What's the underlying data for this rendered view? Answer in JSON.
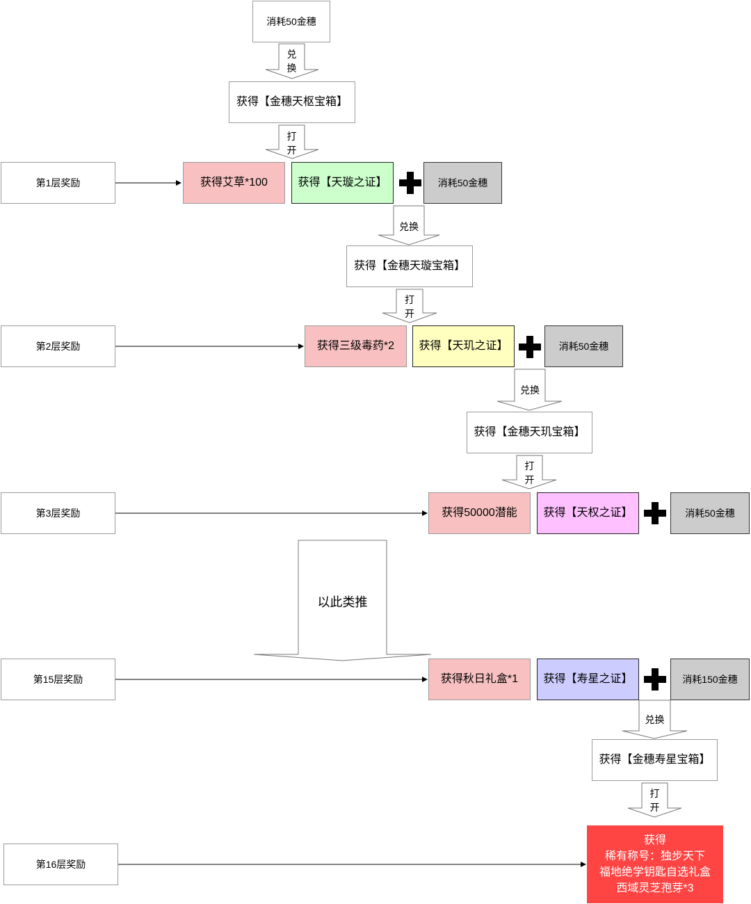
{
  "top_cost": "消耗50金穗",
  "exchange_label": "兑换",
  "exchange_label_split": "兑\n换",
  "open_label": "打\n开",
  "etc_label": "以此类推",
  "levels": [
    {
      "label": "第1层奖励",
      "reward": "获得艾草*100",
      "proof": "获得【天璇之证】",
      "cost": "消耗50金穗"
    },
    {
      "label": "第2层奖励",
      "reward": "获得三级毒药*2",
      "proof": "获得【天玑之证】",
      "cost": "消耗50金穗"
    },
    {
      "label": "第3层奖励",
      "reward": "获得50000潜能",
      "proof": "获得【天权之证】",
      "cost": "消耗50金穗"
    },
    {
      "label": "第15层奖励",
      "reward": "获得秋日礼盒*1",
      "proof": "获得【寿星之证】",
      "cost": "消耗150金穗"
    },
    {
      "label": "第16层奖励"
    }
  ],
  "chests": [
    "获得【金穗天枢宝箱】",
    "获得【金穗天璇宝箱】",
    "获得【金穗天玑宝箱】",
    "获得【金穗寿星宝箱】"
  ],
  "final_reward": {
    "line1": "获得",
    "line2": "稀有称号：独步天下",
    "line3": "福地绝学钥匙自选礼盒",
    "line4": "西域灵芝孢芽*3"
  }
}
